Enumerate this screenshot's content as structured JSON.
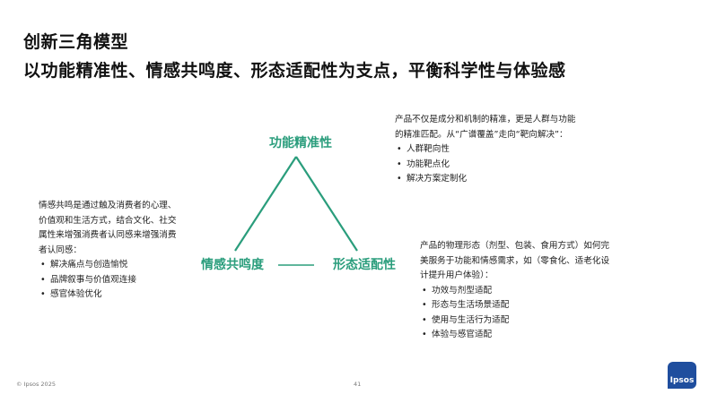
{
  "title": {
    "line1": "创新三角模型",
    "line2": "以功能精准性、情感共鸣度、形态适配性为支点，平衡科学性与体验感"
  },
  "nodes": {
    "top": "功能精准性",
    "left": "情感共鸣度",
    "right": "形态适配性"
  },
  "right_top": {
    "lines": [
      "产品不仅是成分和机制的精准，更是人群与功能",
      "的精准匹配。从“广谱覆盖”走向“靶向解决”："
    ],
    "bullets": [
      "人群靶向性",
      "功能靶点化",
      "解决方案定制化"
    ]
  },
  "left_mid": {
    "lines": [
      "情感共鸣是通过触及消费者的心理、",
      "价值观和生活方式，结合文化、社交",
      "属性来增强消费者认同感来增强消费",
      "者认同感："
    ],
    "bullets": [
      "解决痛点与创造愉悦",
      "品牌叙事与价值观连接",
      "感官体验优化"
    ]
  },
  "right_bot": {
    "lines": [
      "产品的物理形态（剂型、包装、食用方式）如何完",
      "美服务于功能和情感需求，如（零食化、适老化设",
      "计提升用户体验）："
    ],
    "bullets": [
      "功效与剂型适配",
      "形态与生活场景适配",
      "使用与生活行为适配",
      "体验与感官适配"
    ]
  },
  "footer": {
    "copyright": "© Ipsos 2025",
    "page": "41",
    "logo_text": "Ipsos"
  },
  "colors": {
    "accent": "#2a9d7c",
    "logo": "#1f4e9e"
  }
}
